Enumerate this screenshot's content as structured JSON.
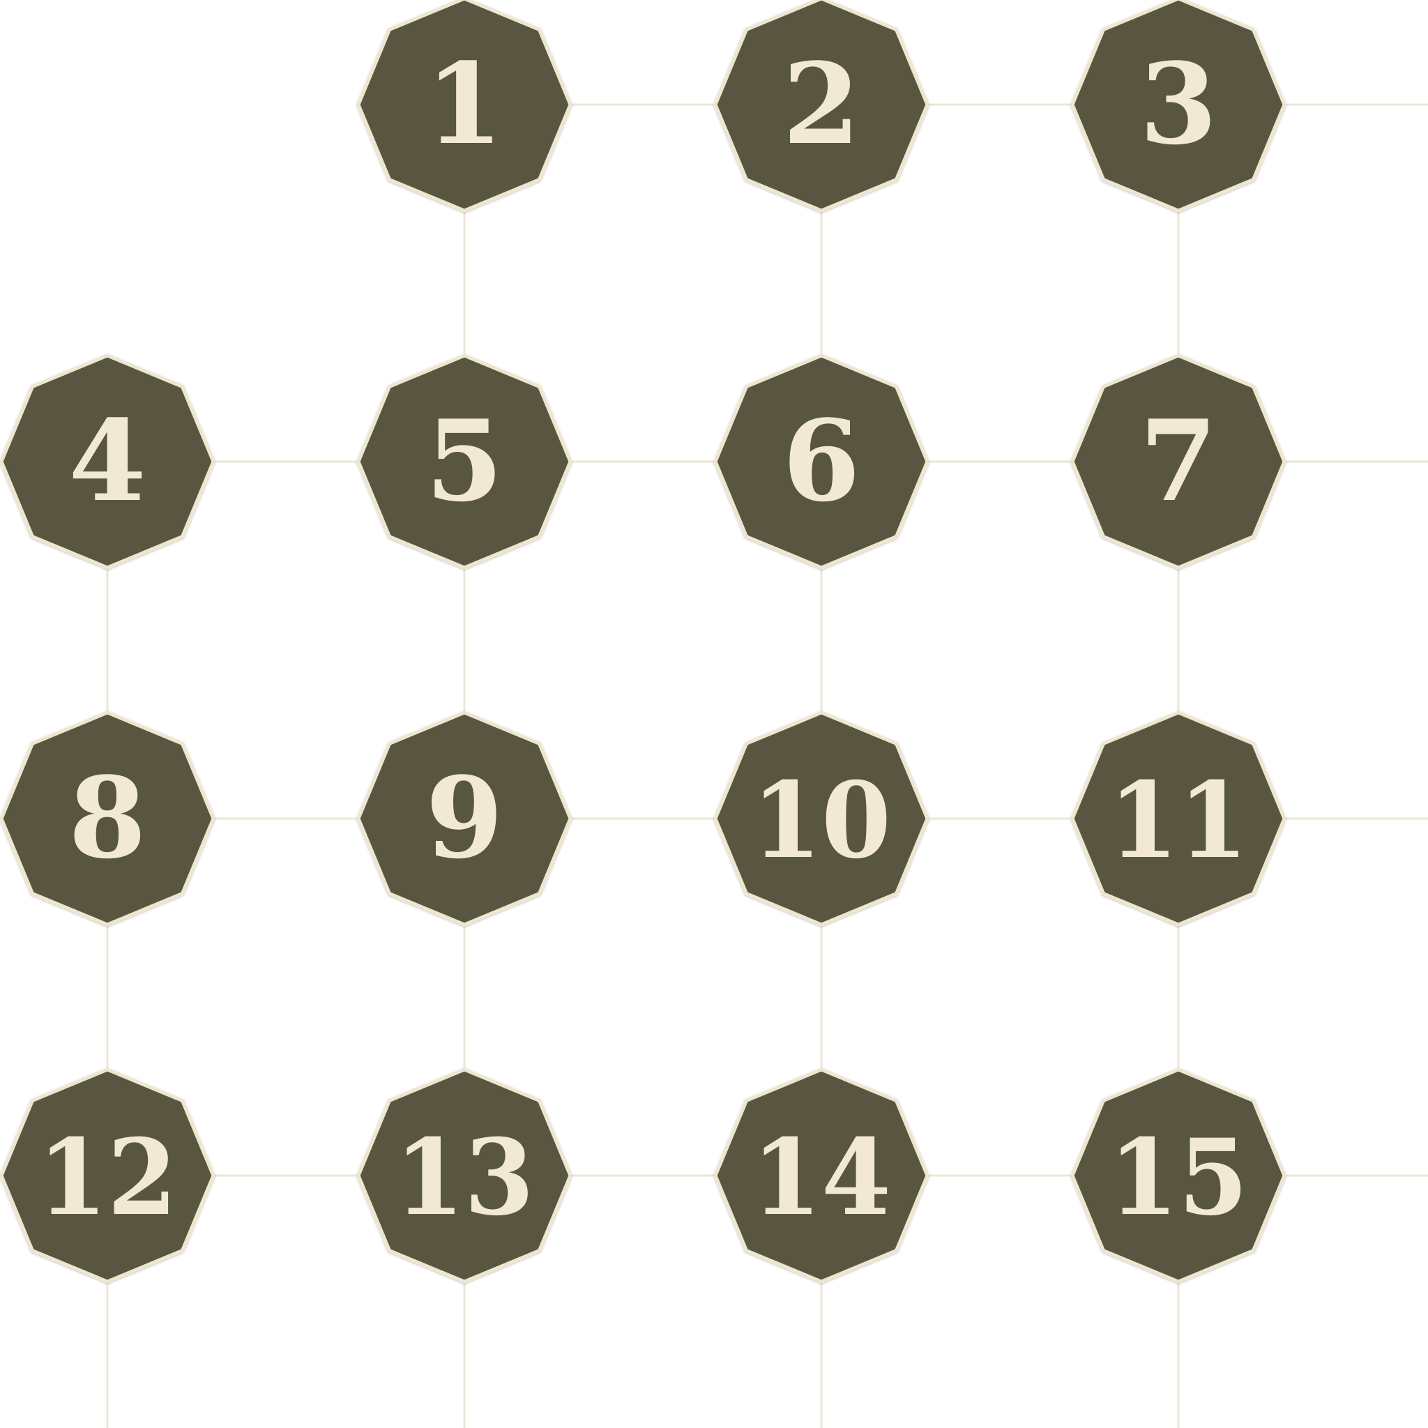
{
  "level_select": {
    "tiles": [
      {
        "label": "1",
        "slot": [
          1,
          0
        ]
      },
      {
        "label": "2",
        "slot": [
          2,
          0
        ]
      },
      {
        "label": "3",
        "slot": [
          3,
          0
        ]
      },
      {
        "label": "4",
        "slot": [
          0,
          1
        ]
      },
      {
        "label": "5",
        "slot": [
          1,
          1
        ]
      },
      {
        "label": "6",
        "slot": [
          2,
          1
        ]
      },
      {
        "label": "7",
        "slot": [
          3,
          1
        ]
      },
      {
        "label": "8",
        "slot": [
          0,
          2
        ]
      },
      {
        "label": "9",
        "slot": [
          1,
          2
        ]
      },
      {
        "label": "10",
        "slot": [
          2,
          2
        ]
      },
      {
        "label": "11",
        "slot": [
          3,
          2
        ]
      },
      {
        "label": "12",
        "slot": [
          0,
          3
        ]
      },
      {
        "label": "13",
        "slot": [
          1,
          3
        ]
      },
      {
        "label": "14",
        "slot": [
          2,
          3
        ]
      },
      {
        "label": "15",
        "slot": [
          3,
          3
        ]
      }
    ],
    "colors": {
      "tile_fill": "#58553f",
      "tile_border": "#efe6cf",
      "digit": "#f2e9d4",
      "connector": "#ece6d9",
      "background": "#ffffff"
    }
  }
}
